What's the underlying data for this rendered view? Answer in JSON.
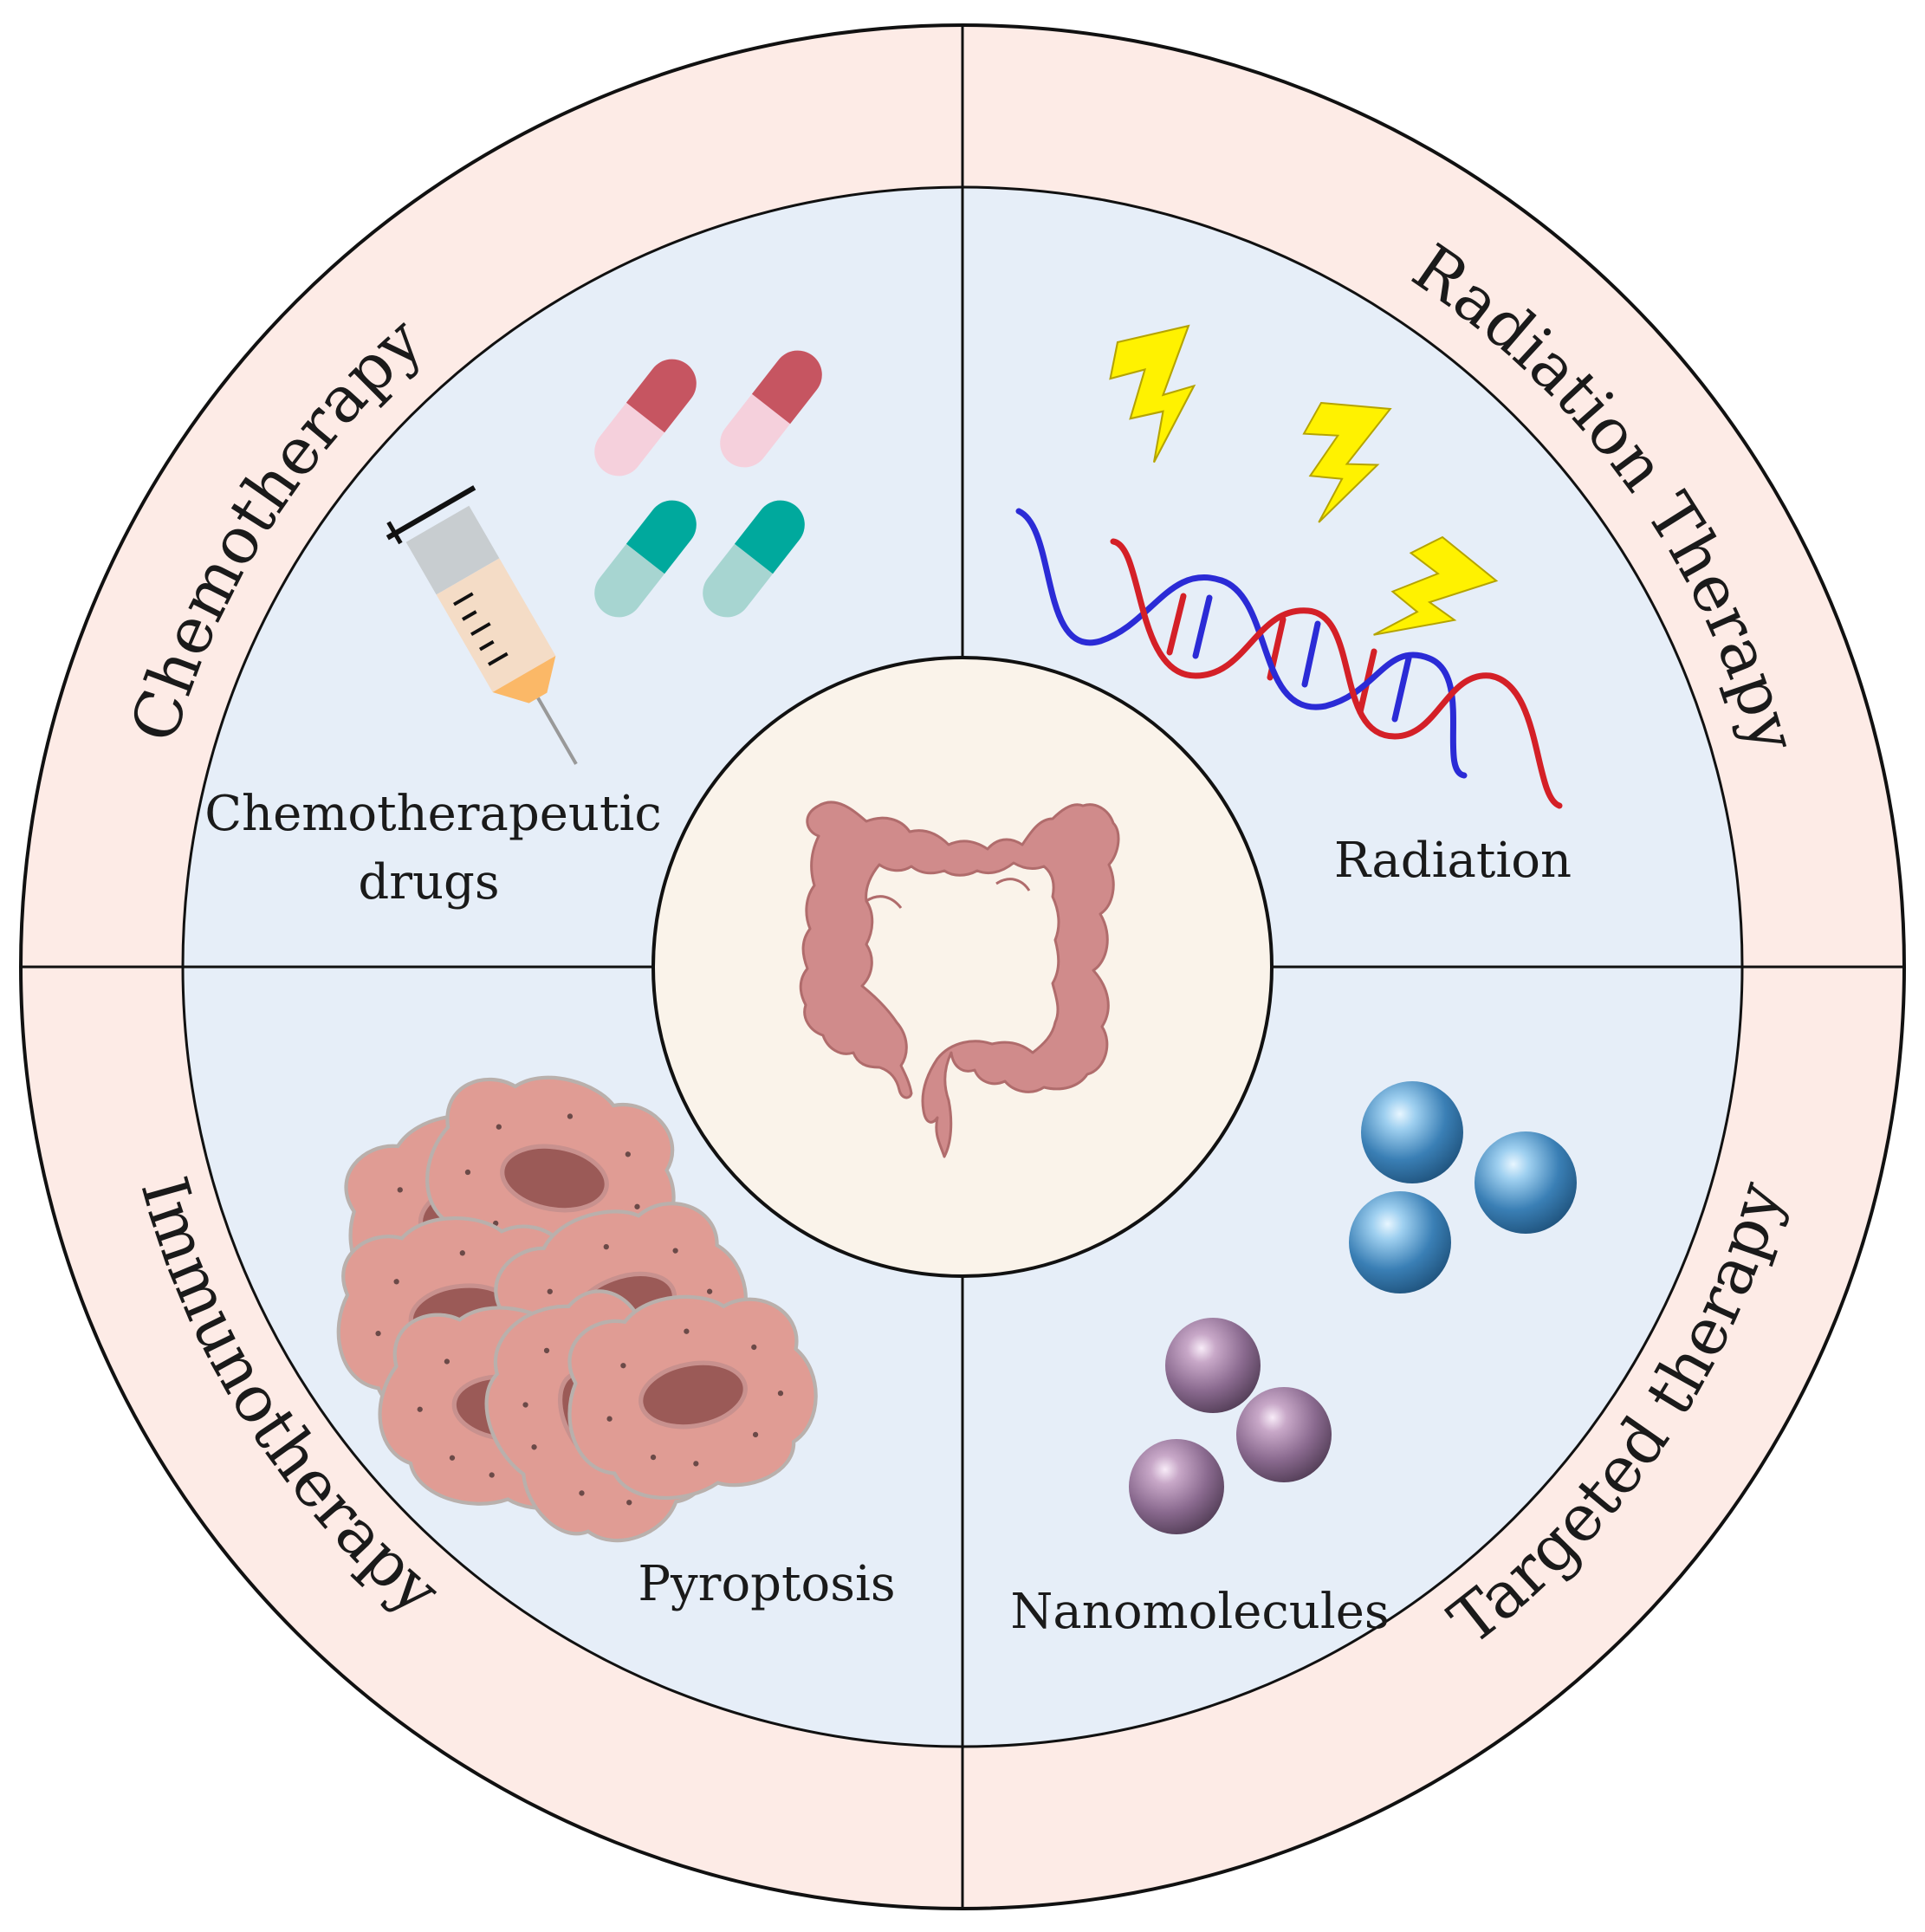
{
  "outer_ring": {
    "top_left": "Chemotherapy",
    "top_right": "Radiation Therapy",
    "bottom_right": "Immunotherapy",
    "bottom_left": "Targeted therapy"
  },
  "quadrants": {
    "top_left": {
      "line1": "Chemotherapeutic",
      "line2": "drugs"
    },
    "top_right": {
      "label": "Radiation"
    },
    "bottom_right": {
      "label": "Nanomolecules"
    },
    "bottom_left": {
      "label": "Pyroptosis"
    }
  },
  "center": {
    "icon": "colon-icon"
  },
  "icons": {
    "top_left": [
      "syringe-icon",
      "capsule-icon"
    ],
    "top_right": [
      "lightning-icon",
      "dna-helix-icon"
    ],
    "bottom_right": [
      "nanoparticle-icon"
    ],
    "bottom_left": [
      "tumor-cell-cluster-icon"
    ]
  },
  "colors": {
    "outer_ring": "#fdebe6",
    "inner_disk": "#e6eef8",
    "center_disk": "#faf3ea",
    "colon": "#d08b8b",
    "capsule_red": "#c65561",
    "capsule_teal": "#00a99d",
    "dna_red": "#d42027",
    "dna_blue": "#2b2bd6",
    "lightning": "#fff200",
    "sphere_blue": "#3a7fb5",
    "sphere_purple": "#8a6a8f",
    "cell": "#e09c94",
    "nucleus": "#9b5a57"
  }
}
